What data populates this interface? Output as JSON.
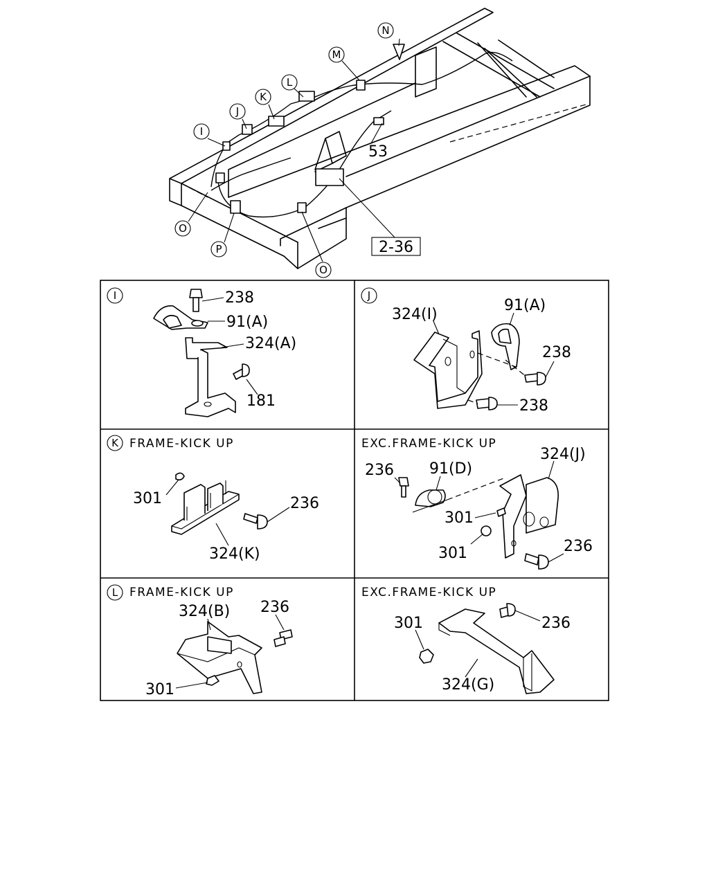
{
  "overview": {
    "callouts": {
      "N": "N",
      "M": "M",
      "L": "L",
      "K": "K",
      "J": "J",
      "I": "I",
      "O_left": "O",
      "P": "P",
      "O_right": "O"
    },
    "part_53": "53",
    "ref_box": "2-36"
  },
  "panels": {
    "I": {
      "callout": "I",
      "labels": {
        "bolt_top": "238",
        "clip": "91(A)",
        "bracket": "324(A)",
        "bolt_side": "181"
      }
    },
    "J": {
      "callout": "J",
      "labels": {
        "bracket": "324(I)",
        "clip": "91(A)",
        "bolt_upper": "238",
        "bolt_lower": "238"
      }
    },
    "K": {
      "callout": "K",
      "title": "FRAME-KICK UP",
      "labels": {
        "nut": "301",
        "bolt": "236",
        "bracket": "324(K)"
      }
    },
    "K_exc": {
      "title": "EXC.FRAME-KICK UP",
      "labels": {
        "bolt_left": "236",
        "clip": "91(D)",
        "bracket": "324(J)",
        "nut_small": "301",
        "nut": "301",
        "bolt_right": "236"
      }
    },
    "L": {
      "callout": "L",
      "title": "FRAME-KICK UP",
      "labels": {
        "bracket": "324(B)",
        "bolt": "236",
        "nut": "301"
      }
    },
    "L_exc": {
      "title": "EXC.FRAME-KICK UP",
      "labels": {
        "nut": "301",
        "bolt": "236",
        "bracket": "324(G)"
      }
    }
  }
}
